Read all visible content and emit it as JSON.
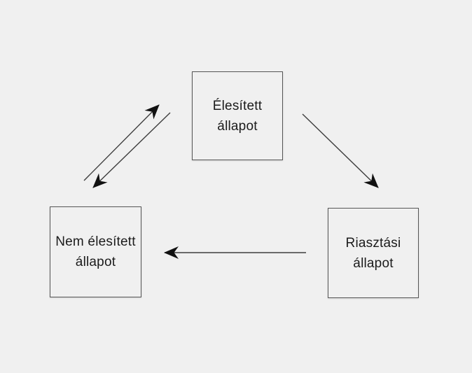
{
  "diagram": {
    "title": "alarm-state-diagram",
    "nodes": {
      "armed": {
        "line1": "Élesített",
        "line2": "állapot"
      },
      "disarmed": {
        "line1": "Nem élesített",
        "line2": "állapot"
      },
      "alarm": {
        "line1": "Riasztási",
        "line2": "állapot"
      }
    },
    "edges": [
      {
        "name": "disarmed-to-armed",
        "from": "disarmed",
        "to": "armed",
        "direction": "up-right"
      },
      {
        "name": "armed-to-disarmed",
        "from": "armed",
        "to": "disarmed",
        "direction": "down-left"
      },
      {
        "name": "armed-to-alarm",
        "from": "armed",
        "to": "alarm",
        "direction": "down-right"
      },
      {
        "name": "alarm-to-disarmed",
        "from": "alarm",
        "to": "disarmed",
        "direction": "left"
      }
    ],
    "colors": {
      "background": "#f0f0f0",
      "box_border": "#565656",
      "arrow_line": "#3d3d3d",
      "arrow_head": "#111111",
      "text": "#1b1b1b"
    }
  }
}
